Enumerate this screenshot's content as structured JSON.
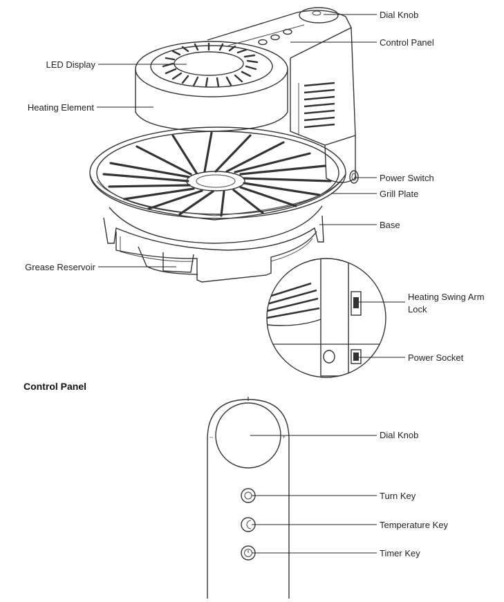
{
  "diagram": {
    "labels": {
      "dial_knob": "Dial Knob",
      "control_panel": "Control Panel",
      "led_display": "LED Display",
      "heating_element": "Heating Element",
      "power_switch": "Power Switch",
      "grill_plate": "Grill Plate",
      "base": "Base",
      "grease_reservoir": "Grease Reservoir",
      "heating_swing_arm_lock": "Heating Swing Arm Lock",
      "power_socket": "Power Socket"
    },
    "control_panel_section": {
      "title": "Control Panel",
      "labels": {
        "dial_knob": "Dial Knob",
        "turn_key": "Turn Key",
        "temperature_key": "Temperature Key",
        "timer_key": "Timer Key"
      },
      "dial_marks": {
        "minus": "–",
        "plus": "+"
      }
    }
  }
}
